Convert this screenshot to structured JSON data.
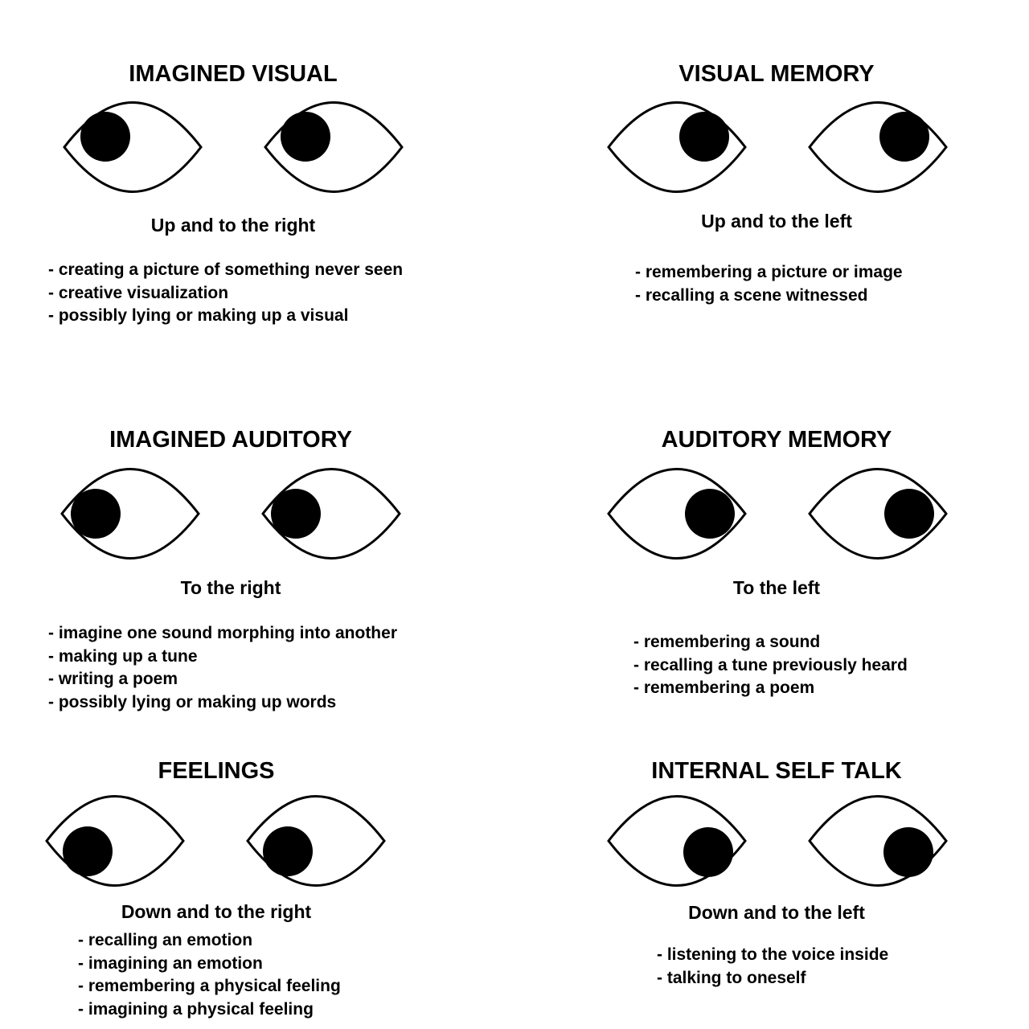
{
  "panels": [
    {
      "title": "IMAGINED VISUAL",
      "direction": "Up and to the right",
      "bullets": [
        "- creating a picture of something never seen",
        "- creative visualization",
        "- possibly lying or making up a visual"
      ]
    },
    {
      "title": "VISUAL MEMORY",
      "direction": "Up and to the left",
      "bullets": [
        "- remembering a picture or image",
        "- recalling a scene witnessed"
      ]
    },
    {
      "title": "IMAGINED AUDITORY",
      "direction": "To the right",
      "bullets": [
        "- imagine one sound morphing into another",
        "- making up a tune",
        "- writing a poem",
        "- possibly lying or making up words"
      ]
    },
    {
      "title": "AUDITORY MEMORY",
      "direction": "To the left",
      "bullets": [
        "- remembering a sound",
        "- recalling a tune previously heard",
        "- remembering a poem"
      ]
    },
    {
      "title": "FEELINGS",
      "direction": "Down and to the right",
      "bullets": [
        "- recalling an emotion",
        "- imagining an emotion",
        "- remembering a physical feeling",
        "- imagining a physical feeling"
      ]
    },
    {
      "title": "INTERNAL SELF TALK",
      "direction": "Down and to the left",
      "bullets": [
        "- listening to the voice inside",
        "- talking to oneself"
      ]
    }
  ]
}
